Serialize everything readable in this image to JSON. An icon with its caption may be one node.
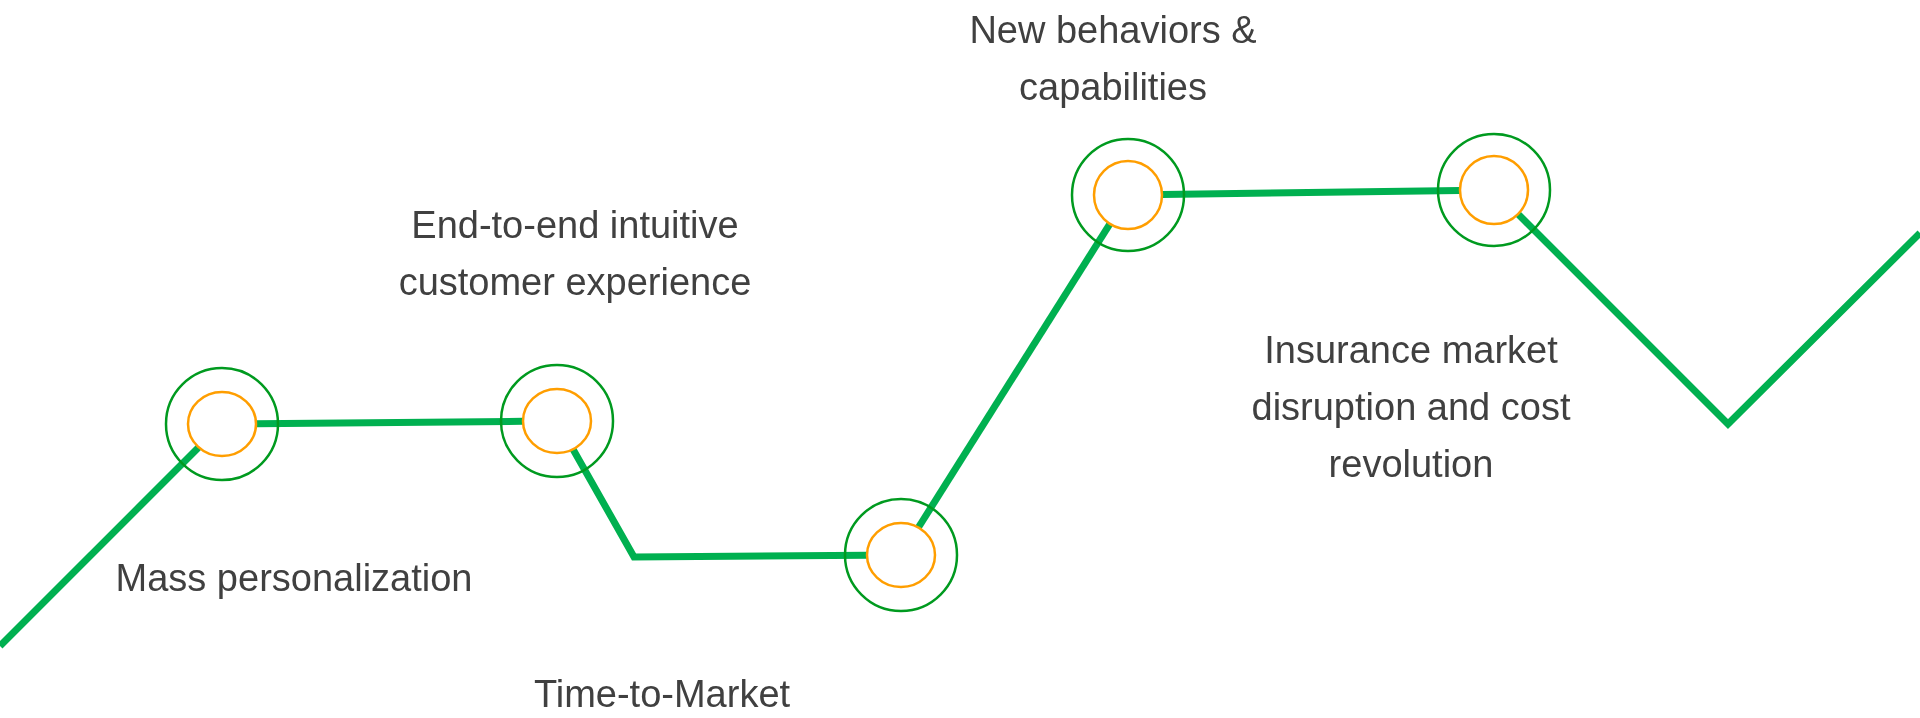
{
  "diagram": {
    "nodes": [
      {
        "text": [],
        "shape": "circle",
        "beside": [
          "Mass personalization"
        ]
      },
      {
        "text": [],
        "shape": "circle",
        "beside": [
          "End-to-end intuitive customer experience"
        ]
      },
      {
        "text": [],
        "shape": "circle",
        "beside": [
          "Time-to-Market"
        ]
      },
      {
        "text": [],
        "shape": "circle",
        "beside": [
          "New behaviors & capabilities"
        ]
      },
      {
        "text": [],
        "shape": "circle",
        "beside": [
          "Insurance market disruption and cost revolution"
        ]
      }
    ],
    "edges": [
      {
        "from": null,
        "to": 0,
        "arrow": "none"
      },
      {
        "from": 0,
        "to": 1,
        "arrow": "none"
      },
      {
        "from": 1,
        "to": 2,
        "arrow": "none"
      },
      {
        "from": 2,
        "to": 3,
        "arrow": "none"
      },
      {
        "from": 3,
        "to": 4,
        "arrow": "none"
      },
      {
        "from": 4,
        "to": null,
        "arrow": "none"
      }
    ]
  }
}
